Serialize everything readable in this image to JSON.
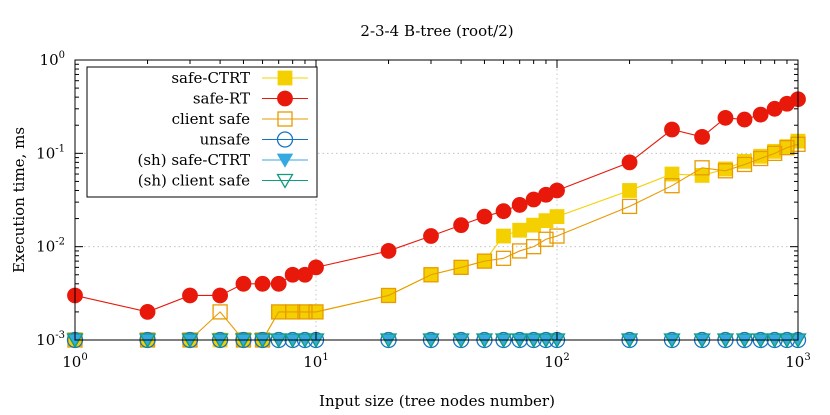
{
  "chart_data": {
    "type": "line",
    "title": "2-3-4 B-tree (root/2)",
    "xlabel": "Input size (tree nodes number)",
    "ylabel": "Execution time, ms",
    "xscale": "log",
    "yscale": "log",
    "xlim": [
      1,
      1000
    ],
    "ylim": [
      0.001,
      1
    ],
    "grid": true,
    "legend_position": "top-left",
    "x_ticks": [
      {
        "base": "10",
        "exp": "0"
      },
      {
        "base": "10",
        "exp": "1"
      },
      {
        "base": "10",
        "exp": "2"
      },
      {
        "base": "10",
        "exp": "3"
      }
    ],
    "y_ticks": [
      {
        "base": "10",
        "exp": "0"
      },
      {
        "base": "10",
        "exp": "-1"
      },
      {
        "base": "10",
        "exp": "-2"
      },
      {
        "base": "10",
        "exp": "-3"
      }
    ],
    "x": [
      1,
      2,
      3,
      4,
      5,
      6,
      7,
      8,
      9,
      10,
      20,
      30,
      40,
      50,
      60,
      70,
      80,
      90,
      100,
      200,
      300,
      400,
      500,
      600,
      700,
      800,
      900,
      1000
    ],
    "series": [
      {
        "name": "safe-CTRT",
        "color": "#f5d000",
        "marker": "square-filled",
        "values": [
          0.001,
          0.001,
          0.001,
          0.001,
          0.001,
          0.001,
          0.002,
          0.002,
          0.002,
          0.002,
          0.003,
          0.005,
          0.006,
          0.007,
          0.013,
          0.015,
          0.017,
          0.019,
          0.021,
          0.04,
          0.06,
          0.058,
          0.068,
          0.082,
          0.093,
          0.105,
          0.118,
          0.135
        ]
      },
      {
        "name": "safe-RT",
        "color": "#e8190b",
        "marker": "circle-filled",
        "values": [
          0.003,
          0.002,
          0.003,
          0.003,
          0.004,
          0.004,
          0.004,
          0.005,
          0.005,
          0.006,
          0.009,
          0.013,
          0.017,
          0.021,
          0.024,
          0.028,
          0.032,
          0.036,
          0.04,
          0.08,
          0.18,
          0.15,
          0.24,
          0.23,
          0.26,
          0.3,
          0.34,
          0.38
        ]
      },
      {
        "name": "client safe",
        "color": "#e89a00",
        "marker": "square-open",
        "values": [
          0.001,
          0.001,
          0.001,
          0.002,
          0.001,
          0.001,
          0.002,
          0.002,
          0.002,
          0.002,
          0.003,
          0.005,
          0.006,
          0.007,
          0.0075,
          0.009,
          0.01,
          0.012,
          0.013,
          0.027,
          0.045,
          0.07,
          0.065,
          0.076,
          0.088,
          0.1,
          0.115,
          0.125
        ]
      },
      {
        "name": "unsafe",
        "color": "#1474c4",
        "marker": "circle-open",
        "values": [
          0.001,
          0.001,
          0.001,
          0.001,
          0.001,
          0.001,
          0.001,
          0.001,
          0.001,
          0.001,
          0.001,
          0.001,
          0.001,
          0.001,
          0.001,
          0.001,
          0.001,
          0.001,
          0.001,
          0.001,
          0.001,
          0.001,
          0.001,
          0.001,
          0.001,
          0.001,
          0.001,
          0.001
        ]
      },
      {
        "name": "(sh) safe-CTRT",
        "color": "#35a9e0",
        "marker": "triangle-down-filled",
        "values": [
          0.001,
          0.001,
          0.001,
          0.001,
          0.001,
          0.001,
          0.001,
          0.001,
          0.001,
          0.001,
          0.001,
          0.001,
          0.001,
          0.001,
          0.001,
          0.001,
          0.001,
          0.001,
          0.001,
          0.001,
          0.001,
          0.001,
          0.001,
          0.001,
          0.001,
          0.001,
          0.001,
          0.001
        ]
      },
      {
        "name": "(sh) client safe",
        "color": "#119c80",
        "marker": "triangle-down-open",
        "values": [
          0.001,
          0.001,
          0.001,
          0.001,
          0.001,
          0.001,
          0.001,
          0.001,
          0.001,
          0.001,
          0.001,
          0.001,
          0.001,
          0.001,
          0.001,
          0.001,
          0.001,
          0.001,
          0.001,
          0.001,
          0.001,
          0.001,
          0.001,
          0.001,
          0.001,
          0.001,
          0.001,
          0.001
        ]
      }
    ]
  }
}
